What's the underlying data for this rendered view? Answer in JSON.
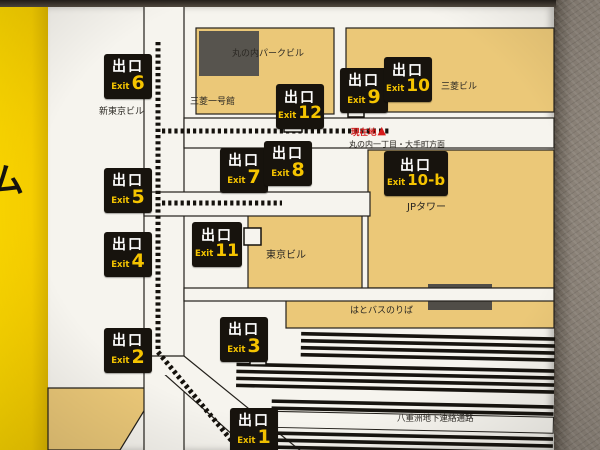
{
  "sign": {
    "side_text": "ム",
    "colors": {
      "strip_yellow": "#f6ce00",
      "building_tan": "#ebc878",
      "badge_black": "#17130d",
      "exit_yellow": "#f5c400",
      "current_red": "#d61a1a",
      "panel_white": "#f6f4ee"
    }
  },
  "map": {
    "exits": [
      {
        "label": "出口",
        "sub": "Exit",
        "number": "6"
      },
      {
        "label": "出口",
        "sub": "Exit",
        "number": "12"
      },
      {
        "label": "出口",
        "sub": "Exit",
        "number": "9"
      },
      {
        "label": "出口",
        "sub": "Exit",
        "number": "10"
      },
      {
        "label": "出口",
        "sub": "Exit",
        "number": "7"
      },
      {
        "label": "出口",
        "sub": "Exit",
        "number": "8"
      },
      {
        "label": "出口",
        "sub": "Exit",
        "number": "10-b"
      },
      {
        "label": "出口",
        "sub": "Exit",
        "number": "5"
      },
      {
        "label": "出口",
        "sub": "Exit",
        "number": "11"
      },
      {
        "label": "出口",
        "sub": "Exit",
        "number": "4"
      },
      {
        "label": "出口",
        "sub": "Exit",
        "number": "3"
      },
      {
        "label": "出口",
        "sub": "Exit",
        "number": "2"
      },
      {
        "label": "出口",
        "sub": "Exit",
        "number": "1"
      }
    ],
    "labels": {
      "marunouchi_park": "丸の内パークビル",
      "mitsubishi_bldg": "三菱ビル",
      "shin_tokyo_bldg": "新東京ビル",
      "mitsubishi_ichigokan": "三菱一号館",
      "direction": "丸の内一丁目・大手町方面",
      "current_location": "現在地",
      "jp_tower": "JPタワー",
      "tokyo_bldg": "東京ビル",
      "hato_bus": "はとバスのりば",
      "yaesu_passage": "八重洲地下連絡通路"
    }
  }
}
